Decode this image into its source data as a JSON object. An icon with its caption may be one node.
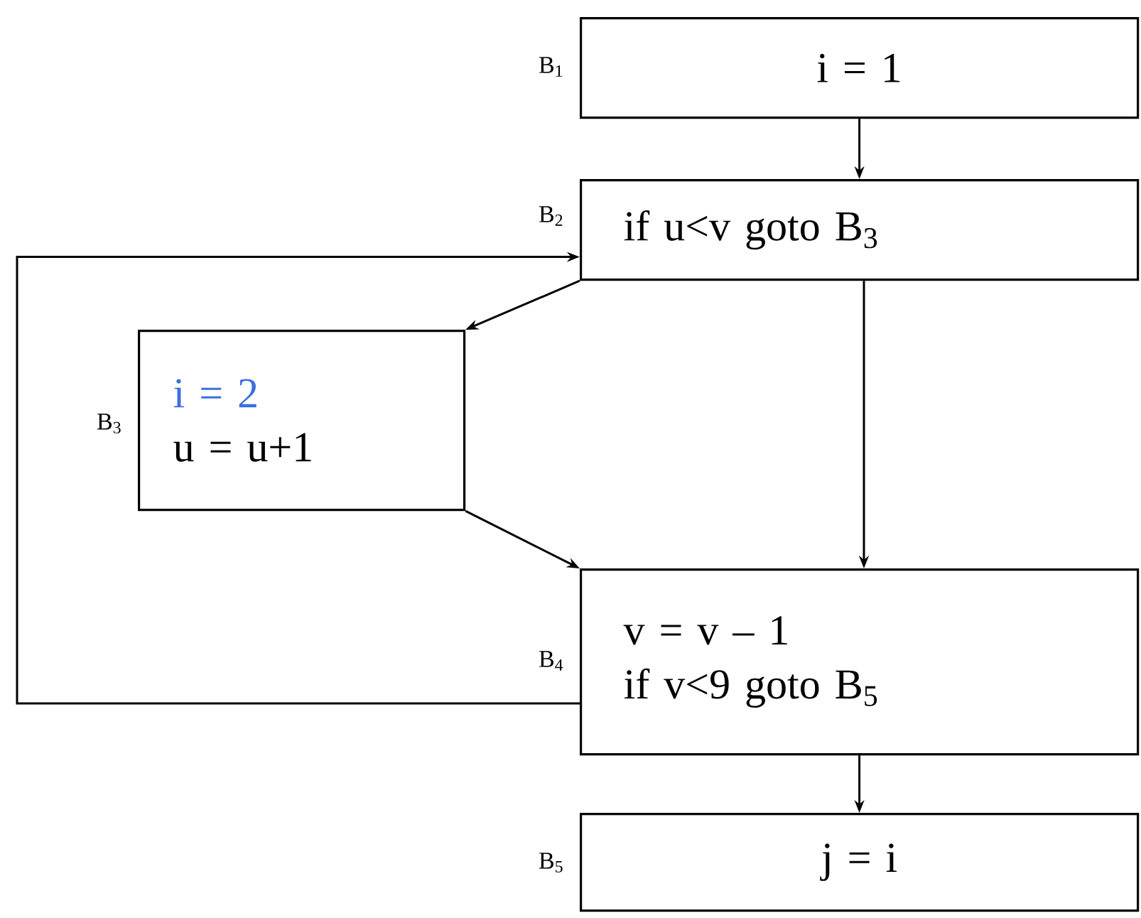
{
  "diagram": {
    "nodes": [
      {
        "text": [
          "i = 1"
        ],
        "beside": [
          "B$_{1}$"
        ]
      },
      {
        "text": [
          "if u<v goto B$_{3}$"
        ],
        "beside": [
          "B$_{2}$"
        ]
      },
      {
        "text": [
          "i = 2",
          "u = u+1"
        ],
        "beside": [
          "B$_{3}$"
        ]
      },
      {
        "text": [
          "v = v – 1",
          "if v<9 goto B$_{5}$"
        ],
        "beside": [
          "B$_{4}$"
        ]
      },
      {
        "text": [
          "j = i"
        ],
        "beside": [
          "B$_{5}$"
        ]
      }
    ],
    "edges": [
      {
        "from": 0,
        "to": 1,
        "arrow": "to"
      },
      {
        "from": 1,
        "to": 2,
        "arrow": "to"
      },
      {
        "from": 1,
        "to": 3,
        "arrow": "to"
      },
      {
        "from": 2,
        "to": 3,
        "arrow": "to"
      },
      {
        "from": 3,
        "to": 1,
        "arrow": "to"
      },
      {
        "from": 3,
        "to": 4,
        "arrow": "to"
      }
    ]
  }
}
